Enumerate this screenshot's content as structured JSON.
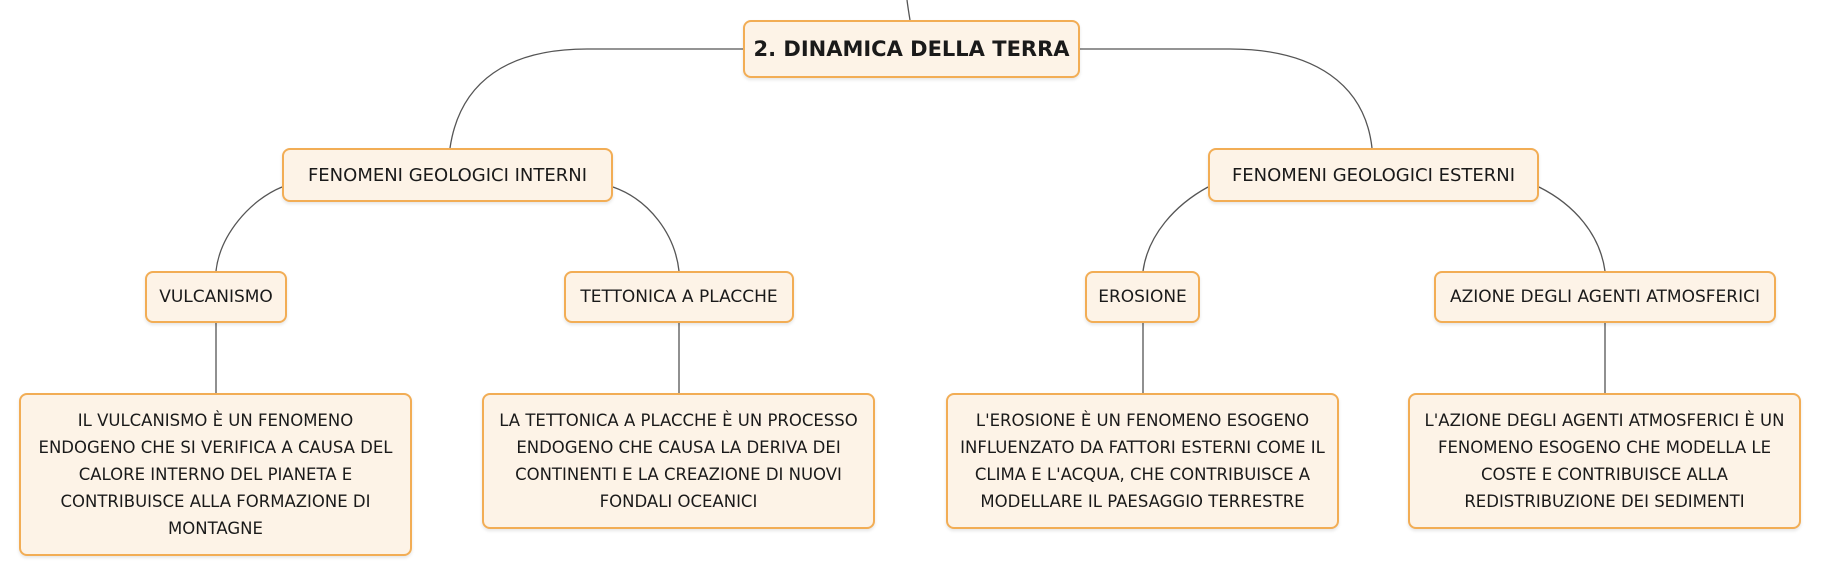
{
  "root": {
    "label": "2. DINAMICA DELLA TERRA"
  },
  "branches": [
    {
      "label": "FENOMENI GEOLOGICI INTERNI",
      "children": [
        {
          "label": "VULCANISMO",
          "description": "IL VULCANISMO È UN FENOMENO ENDOGENO CHE SI VERIFICA A CAUSA DEL CALORE INTERNO DEL PIANETA E CONTRIBUISCE ALLA FORMAZIONE DI MONTAGNE"
        },
        {
          "label": "TETTONICA A PLACCHE",
          "description": "LA TETTONICA A PLACCHE È UN PROCESSO ENDOGENO CHE CAUSA LA DERIVA DEI CONTINENTI E LA CREAZIONE DI NUOVI FONDALI OCEANICI"
        }
      ]
    },
    {
      "label": "FENOMENI GEOLOGICI ESTERNI",
      "children": [
        {
          "label": "EROSIONE",
          "description": "L'EROSIONE È UN FENOMENO ESOGENO INFLUENZATO DA FATTORI ESTERNI COME IL CLIMA E L'ACQUA, CHE CONTRIBUISCE A MODELLARE IL PAESAGGIO TERRESTRE"
        },
        {
          "label": "AZIONE DEGLI AGENTI ATMOSFERICI",
          "description": "L'AZIONE DEGLI AGENTI ATMOSFERICI È UN FENOMENO ESOGENO CHE MODELLA LE COSTE E CONTRIBUISCE ALLA REDISTRIBUZIONE DEI SEDIMENTI"
        }
      ]
    }
  ],
  "colors": {
    "node_border": "#f2ad55",
    "node_fill": "#fdf3e7",
    "connector": "#555555"
  }
}
